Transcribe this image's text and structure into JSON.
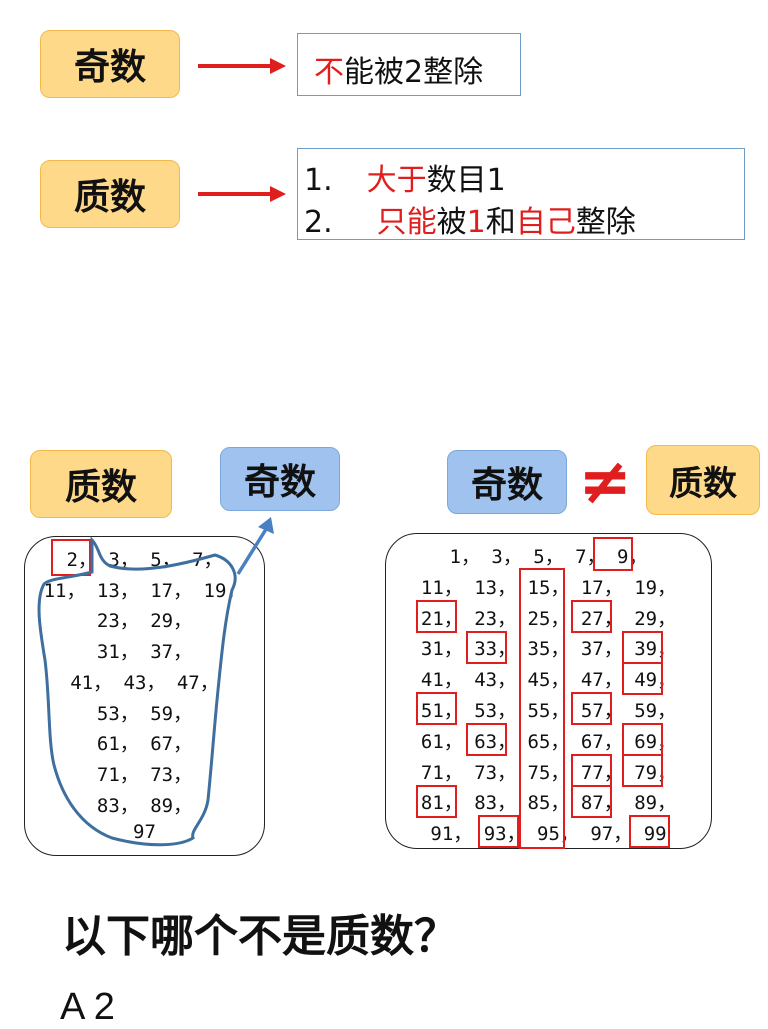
{
  "top": {
    "odd_tag": "奇数",
    "odd_def": {
      "prefix": "不",
      "rest": "能被2整除"
    },
    "prime_tag": "质数",
    "prime_def": {
      "line1": {
        "num": "1.",
        "red": "大于",
        "rest": "数目1"
      },
      "line2": {
        "num": "2.",
        "red1": "只能",
        "mid1": "被",
        "red2": "1",
        "mid2": "和",
        "red3": "自己",
        "rest": "整除"
      }
    }
  },
  "middle": {
    "prime_tag": "质数",
    "odd_tag_left": "奇数",
    "odd_tag_right": "奇数",
    "not_equal_symbol": "≠",
    "prime_tag_right": "质数"
  },
  "primes_list": [
    "2， 3， 5， 7，",
    "11， 13， 17， 19，",
    "23， 29，",
    "31， 37，",
    "41， 43， 47，",
    "53， 59，",
    "61， 67，",
    "71， 73，",
    "83， 89，",
    "97"
  ],
  "odds_list": [
    "1， 3， 5， 7， 9，",
    "11， 13， 15， 17， 19，",
    "21， 23， 25， 27， 29，",
    "31， 33， 35， 37， 39，",
    "41， 43， 45， 47， 49，",
    "51， 53， 55， 57， 59，",
    "61， 63， 65， 67， 69，",
    "71， 73， 75， 77， 79，",
    "81， 83， 85， 87， 89，",
    "91， 93， 95， 97， 99"
  ],
  "question": "以下哪个不是质数？",
  "option_a": "A  2",
  "colors": {
    "red": "#e01e1e",
    "orange": "#ffd98a",
    "blue": "#9fc3ee",
    "box_border": "#6f9dc6",
    "outline_blue": "#3e6f9e"
  }
}
